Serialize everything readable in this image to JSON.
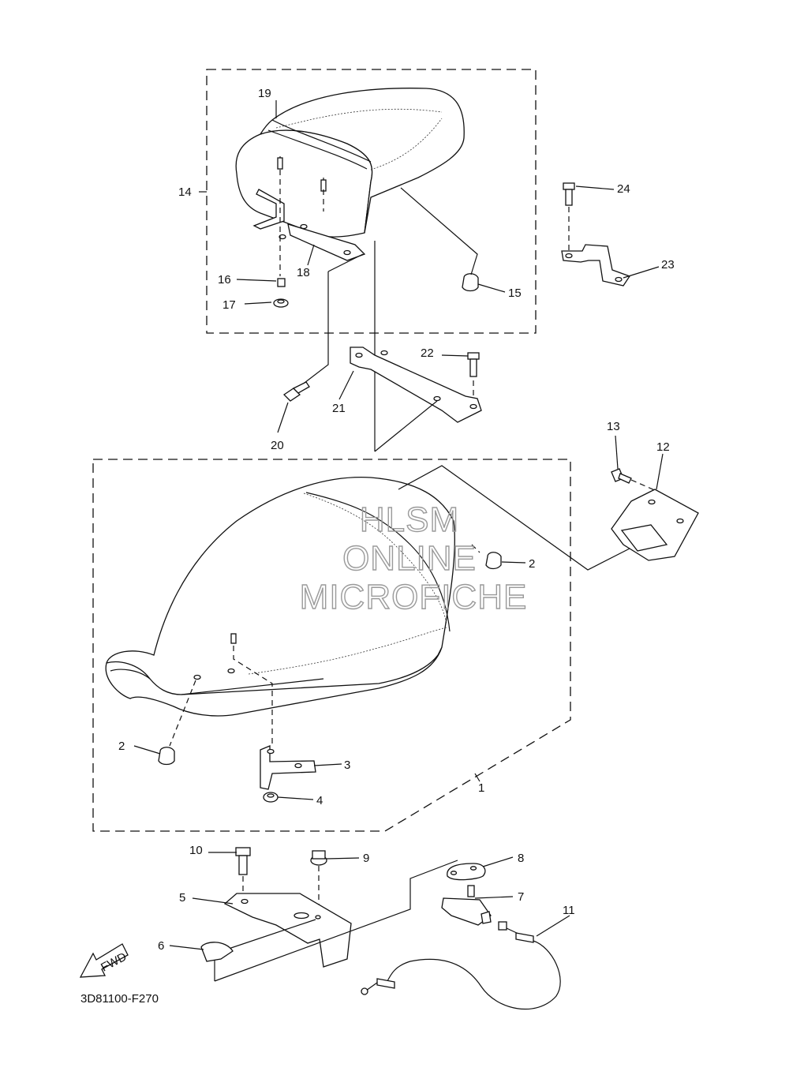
{
  "diagram": {
    "code": "3D81100-F270",
    "watermark": [
      "HLSM",
      "ONLINE",
      "MICROFICHE"
    ],
    "fwd_label": "FWD",
    "callouts": {
      "c1": "1",
      "c2a": "2",
      "c2b": "2",
      "c3": "3",
      "c4": "4",
      "c5": "5",
      "c6": "6",
      "c7": "7",
      "c8": "8",
      "c9": "9",
      "c10": "10",
      "c11": "11",
      "c12": "12",
      "c13": "13",
      "c14": "14",
      "c15": "15",
      "c16": "16",
      "c17": "17",
      "c18": "18",
      "c19": "19",
      "c20": "20",
      "c21": "21",
      "c22": "22",
      "c23": "23",
      "c24": "24"
    }
  }
}
